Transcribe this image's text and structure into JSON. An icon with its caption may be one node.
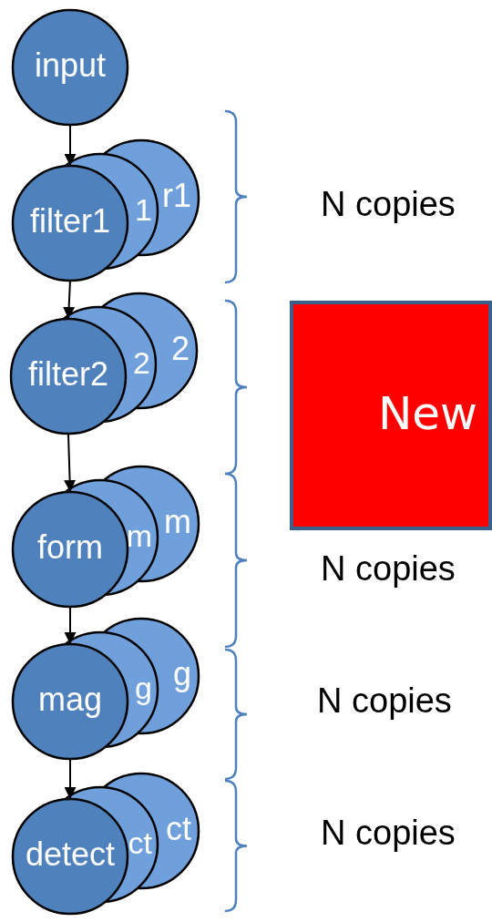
{
  "diagram": {
    "nodes": [
      {
        "text": [
          "input"
        ]
      },
      {
        "text": [
          "filter1",
          "1",
          "r1"
        ]
      },
      {
        "text": [
          "filter2",
          "2",
          "2"
        ]
      },
      {
        "text": [
          "form",
          "m",
          "m"
        ]
      },
      {
        "text": [
          "mag",
          "g",
          "g"
        ]
      },
      {
        "text": [
          "detect",
          "ct",
          "ct"
        ]
      },
      {
        "text": [
          "New"
        ]
      }
    ],
    "edges": [
      {
        "from": 0,
        "to": 1,
        "arrow": "to"
      },
      {
        "from": 1,
        "to": 2,
        "arrow": "to"
      },
      {
        "from": 2,
        "to": 3,
        "arrow": "to"
      },
      {
        "from": 3,
        "to": 4,
        "arrow": "to"
      },
      {
        "from": 4,
        "to": 5,
        "arrow": "to"
      }
    ],
    "labels": [
      "N copies",
      "N copies",
      "N copies",
      "N copies"
    ]
  }
}
